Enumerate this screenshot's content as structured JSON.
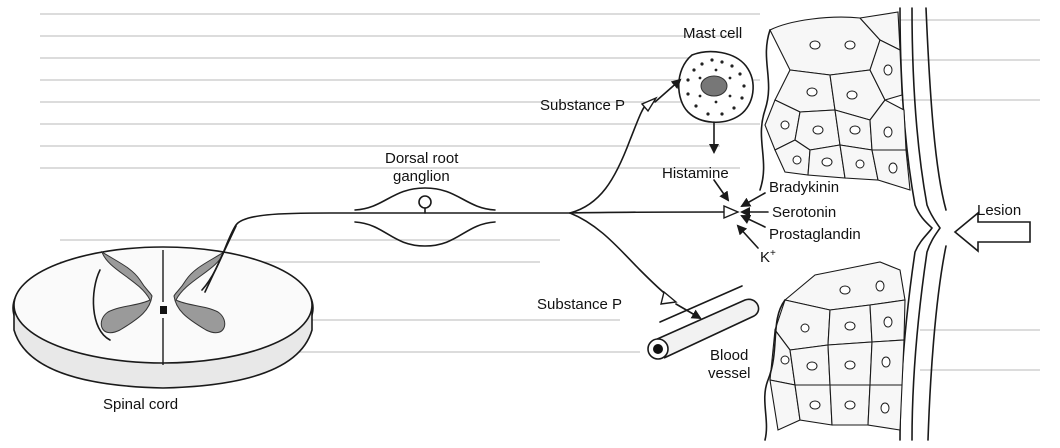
{
  "labels": {
    "mast_cell": "Mast cell",
    "substance_p_top": "Substance P",
    "histamine": "Histamine",
    "dorsal_root_line1": "Dorsal root",
    "dorsal_root_line2": "ganglion",
    "bradykinin": "Bradykinin",
    "serotonin": "Serotonin",
    "prostaglandin": "Prostaglandin",
    "k_plus": "K",
    "k_plus_sup": "+",
    "lesion": "Lesion",
    "substance_p_bottom": "Substance P",
    "blood_vessel_line1": "Blood",
    "blood_vessel_line2": "vessel",
    "spinal_cord": "Spinal cord"
  }
}
